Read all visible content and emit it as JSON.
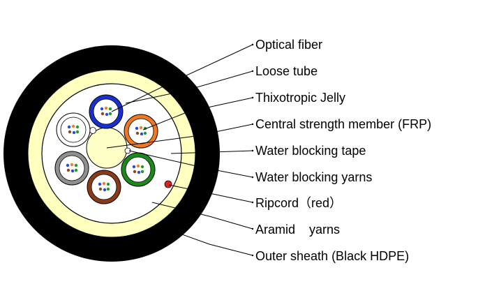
{
  "labels": {
    "optical_fiber": "Optical fiber",
    "loose_tube": "Loose tube",
    "thixotropic_jelly": "Thixotropic Jelly",
    "central_strength_member": "Central strength member (FRP)",
    "water_blocking_tape": "Water blocking tape",
    "water_blocking_yarns": "Water blocking yarns",
    "ripcord": "Ripcord（red）",
    "aramid_yarns": "Aramid    yarns",
    "outer_sheath": "Outer sheath (Black HDPE)"
  },
  "colors": {
    "outer_sheath": "#000000",
    "aramid_yarns": "#ffffc0",
    "ripcord": "#e02020",
    "central_member": "#ffffc8",
    "tube_blue": "#1a2fd0",
    "tube_orange": "#f07820",
    "tube_green": "#1a8a1a",
    "tube_brown": "#8a3a14",
    "tube_grey": "#909090",
    "tube_white": "#ffffff",
    "fiber_blue": "#2a4ad8",
    "fiber_green": "#1e9a2a",
    "fiber_brown": "#8a4a1a",
    "fiber_orange": "#f08030"
  }
}
